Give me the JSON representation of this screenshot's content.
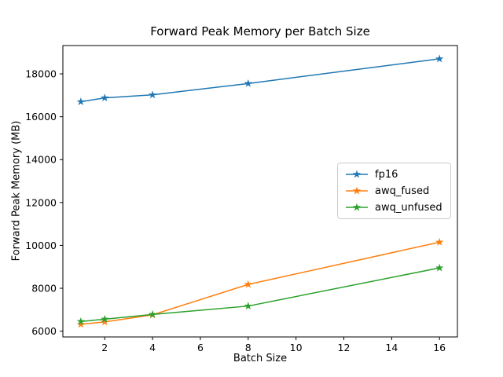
{
  "figure": {
    "background": "#ffffff"
  },
  "chart_data": {
    "type": "line",
    "title": "Forward Peak Memory per Batch Size",
    "xlabel": "Batch Size",
    "ylabel": "Forward Peak Memory (MB)",
    "x": [
      1,
      2,
      4,
      8,
      16
    ],
    "series": [
      {
        "name": "fp16",
        "color": "#1f77b4",
        "values": [
          16700,
          16880,
          17020,
          17550,
          18700
        ]
      },
      {
        "name": "awq_fused",
        "color": "#ff7f0e",
        "values": [
          6320,
          6430,
          6760,
          8180,
          10150
        ]
      },
      {
        "name": "awq_unfused",
        "color": "#2ca02c",
        "values": [
          6450,
          6560,
          6780,
          7170,
          8950
        ]
      }
    ],
    "xlim": [
      0.25,
      16.75
    ],
    "ylim": [
      5730,
      19320
    ],
    "xticks": [
      2,
      4,
      6,
      8,
      10,
      12,
      14,
      16
    ],
    "yticks": [
      6000,
      8000,
      10000,
      12000,
      14000,
      16000,
      18000
    ],
    "marker": "star",
    "line_width": 1.5,
    "grid": false,
    "legend_position": "center right"
  }
}
